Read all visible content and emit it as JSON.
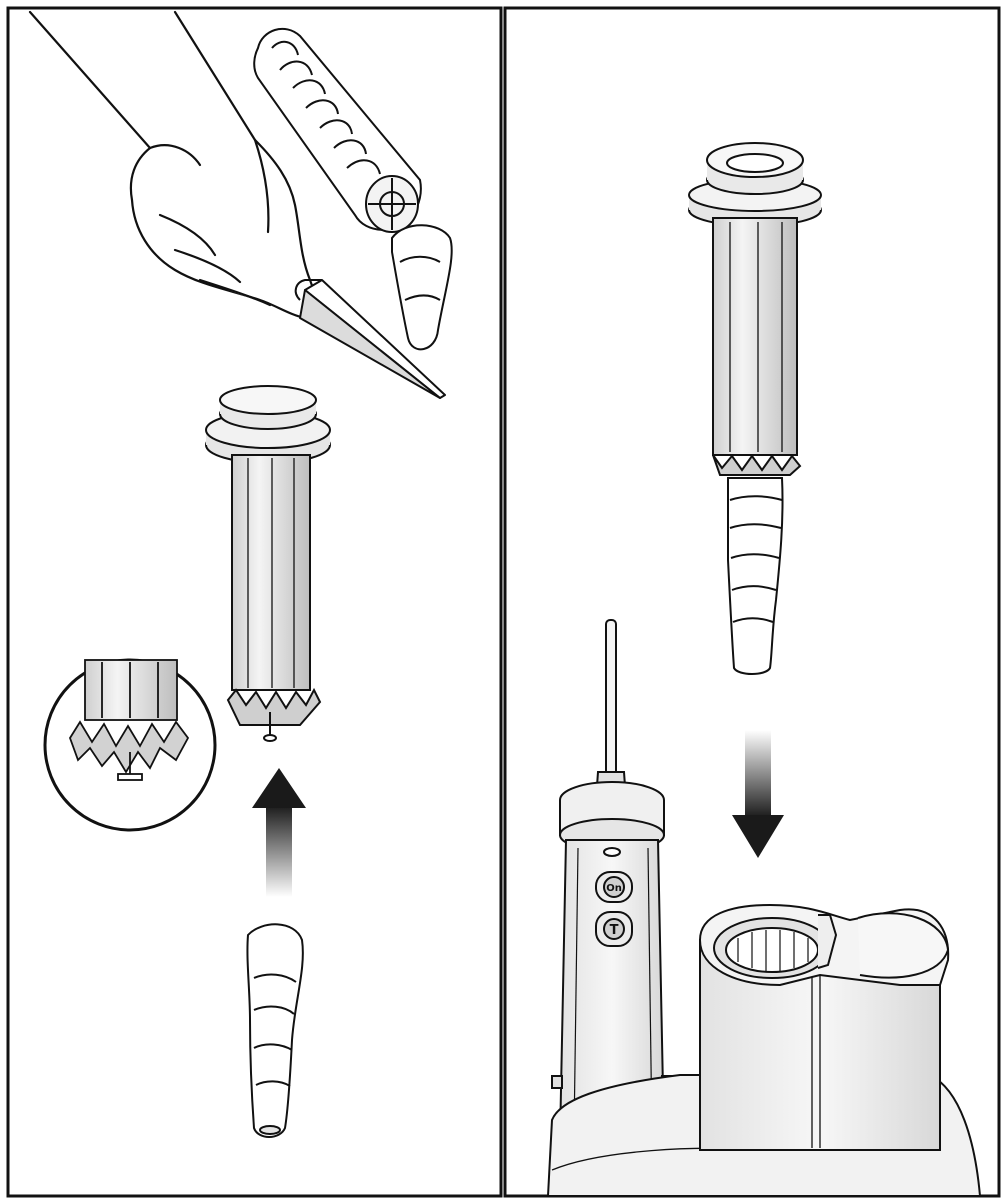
{
  "colors": {
    "ink": "#111111",
    "line": "#333333",
    "part_fill": "#eeeeee",
    "part_shade": "#d6d6d6",
    "arrow_dark": "#1a1a1a"
  },
  "panels": [
    {
      "id": "left",
      "steps": [
        "cut-vegetable",
        "insert-into-cartridge"
      ],
      "arrow_direction": "up"
    },
    {
      "id": "right",
      "steps": [
        "insert-cartridge-into-base"
      ],
      "arrow_direction": "down"
    }
  ],
  "device": {
    "button_top": "On",
    "button_bottom": "T"
  }
}
